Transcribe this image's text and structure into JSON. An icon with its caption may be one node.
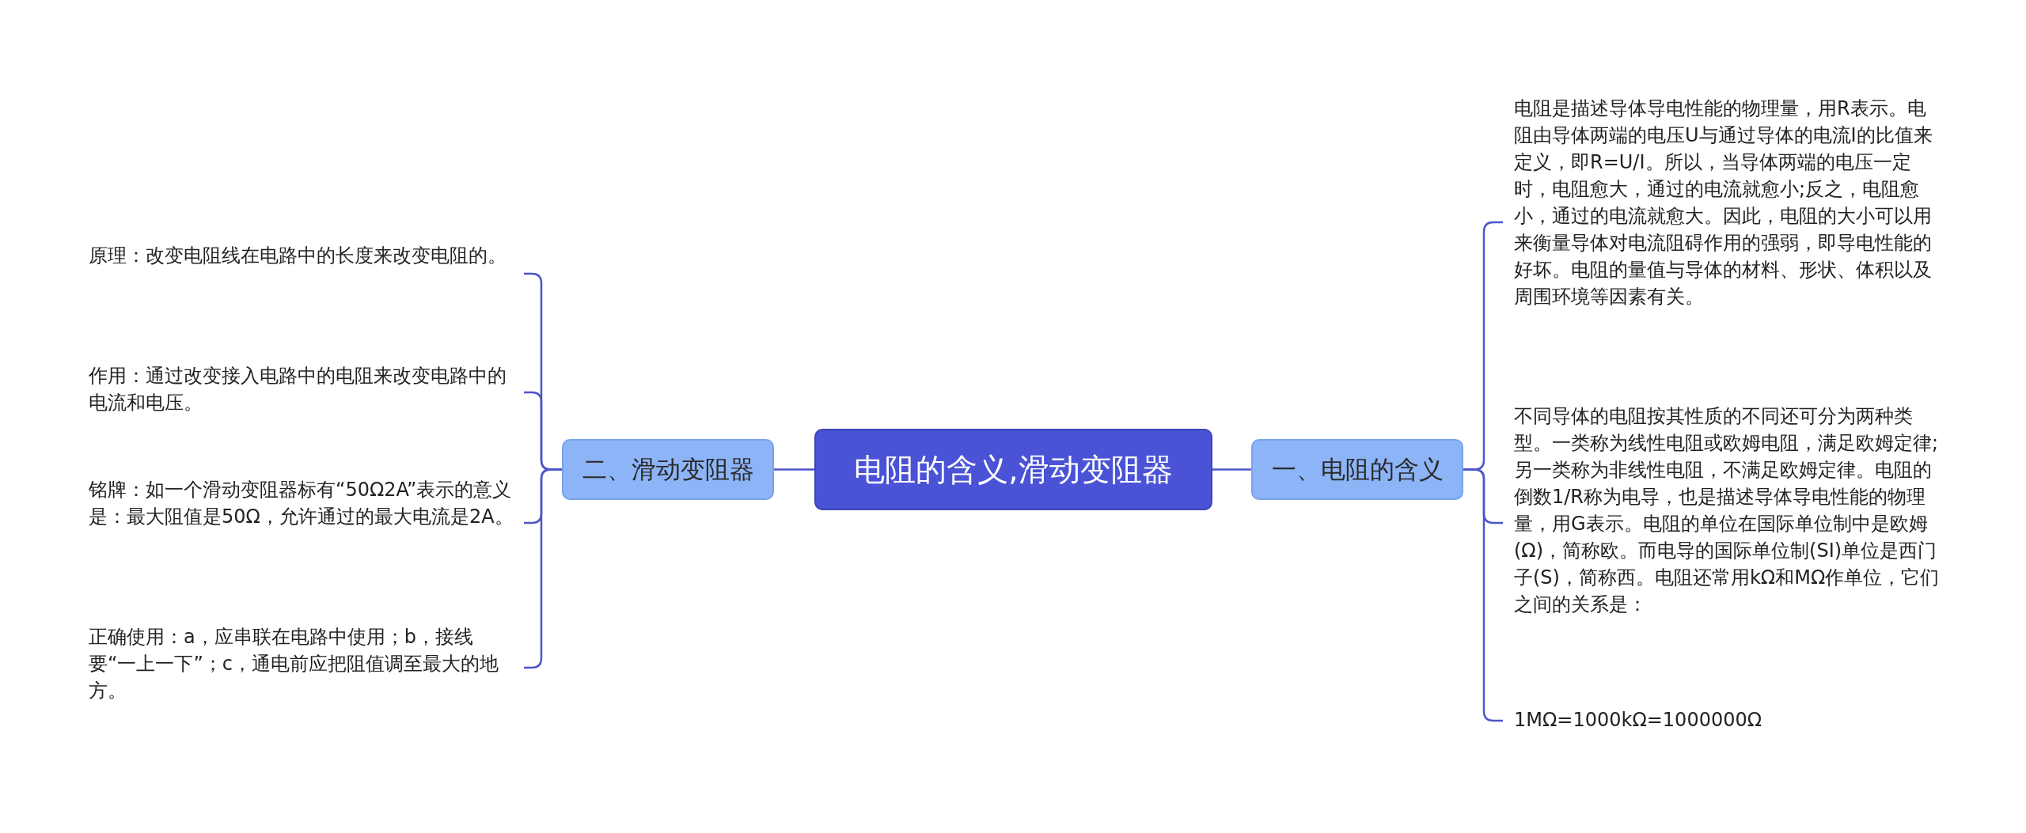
{
  "diagram": {
    "nodes": [
      {
        "text": [
          "电阻的含义,滑动变阻器"
        ]
      },
      {
        "text": [
          "一、电阻的含义"
        ]
      },
      {
        "text": [
          "电阻是描述导体导电性能的物理量，用R表示。电阻由导体两端的电压U与通过导体的电流I的比值来定义，即R=U/I。所以，当导体两端的电压一定时，电阻愈大，通过的电流就愈小;反之，电阻愈小，通过的电流就愈大。因此，电阻的大小可以用来衡量导体对电流阻碍作用的强弱，即导电性能的好坏。电阻的量值与导体的材料、形状、体积以及周围环境等因素有关。"
        ]
      },
      {
        "text": [
          "不同导体的电阻按其性质的不同还可分为两种类型。一类称为线性电阻或欧姆电阻，满足欧姆定律;另一类称为非线性电阻，不满足欧姆定律。电阻的倒数1/R称为电导，也是描述导体导电性能的物理量，用G表示。电阻的单位在国际单位制中是欧姆(Ω)，简称欧。而电导的国际单位制(SI)单位是西门子(S)，简称西。电阻还常用kΩ和MΩ作单位，它们之间的关系是："
        ]
      },
      {
        "text": [
          "1MΩ=1000kΩ=1000000Ω"
        ]
      },
      {
        "text": [
          "二、滑动变阻器"
        ]
      },
      {
        "text": [
          "原理：改变电阻线在电路中的长度来改变电阻的。"
        ]
      },
      {
        "text": [
          "作用：通过改变接入电路中的电阻来改变电路中的电流和电压。"
        ]
      },
      {
        "text": [
          "铭牌：如一个滑动变阻器标有“50Ω2A”表示的意义是：最大阻值是50Ω，允许通过的最大电流是2A。"
        ]
      },
      {
        "text": [
          "正确使用：a，应串联在电路中使用；b，接线要“一上一下”；c，通电前应把阻值调至最大的地方。"
        ]
      }
    ],
    "edges": [
      {
        "from": 0,
        "to": 1,
        "arrow": "none"
      },
      {
        "from": 1,
        "to": 2,
        "arrow": "none"
      },
      {
        "from": 1,
        "to": 3,
        "arrow": "none"
      },
      {
        "from": 1,
        "to": 4,
        "arrow": "none"
      },
      {
        "from": 0,
        "to": 5,
        "arrow": "none"
      },
      {
        "from": 5,
        "to": 6,
        "arrow": "none"
      },
      {
        "from": 5,
        "to": 7,
        "arrow": "none"
      },
      {
        "from": 5,
        "to": 8,
        "arrow": "none"
      },
      {
        "from": 5,
        "to": 9,
        "arrow": "none"
      }
    ]
  }
}
